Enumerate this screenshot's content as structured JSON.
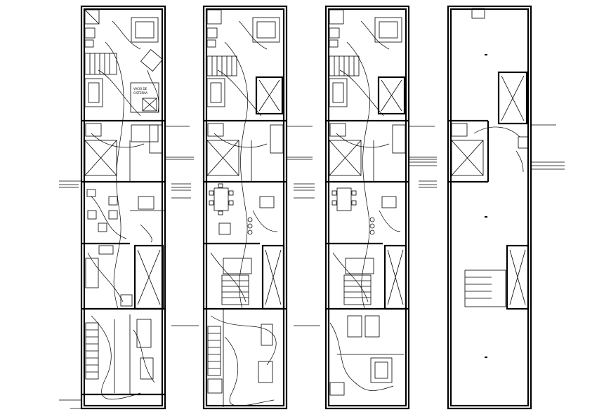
{
  "drawing": {
    "type": "architectural electrical layout floor plans",
    "background": "#ffffff",
    "line_color": "#000000",
    "sheets": [
      {
        "id": "plan-1"
      },
      {
        "id": "plan-2"
      },
      {
        "id": "plan-3"
      },
      {
        "id": "plan-4-roof"
      }
    ]
  },
  "labels": {
    "room_note_1": "VACIO DE",
    "room_note_2": "CISTERNA"
  }
}
